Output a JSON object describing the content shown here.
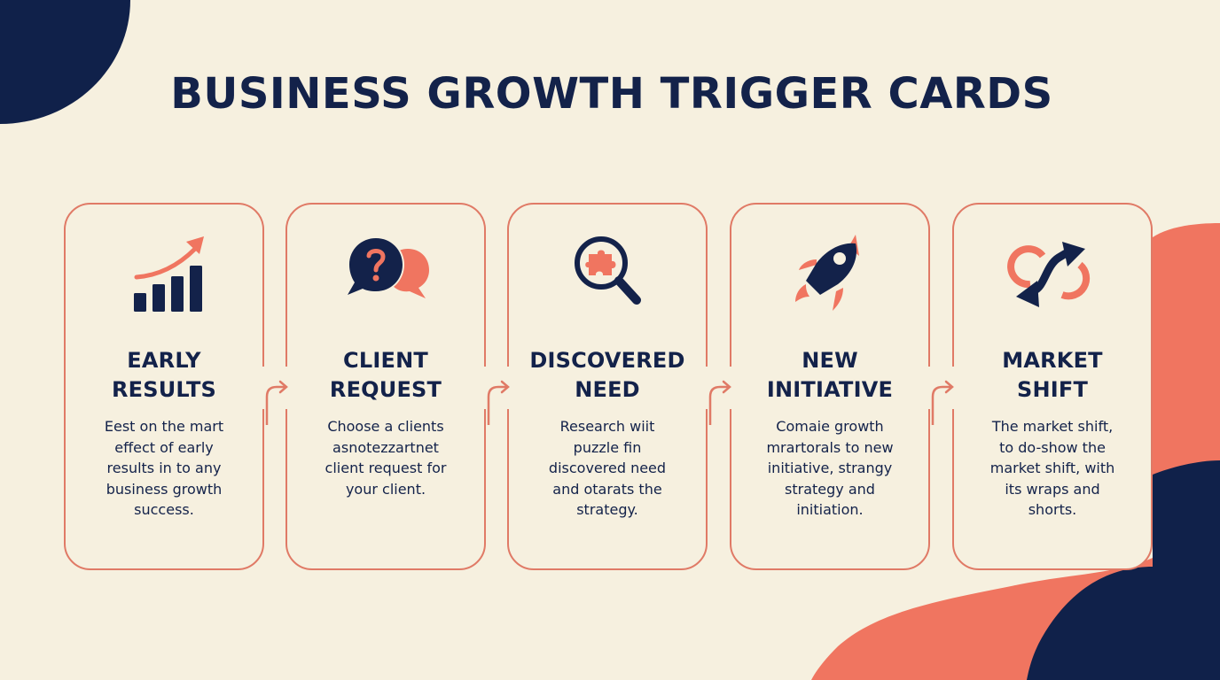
{
  "title": "BUSINESS GROWTH TRIGGER CARDS",
  "colors": {
    "background": "#F6F0DF",
    "navy": "#13224A",
    "coral": "#F07560",
    "border": "#E07A66"
  },
  "cards": [
    {
      "icon": "bar-chart-growth-icon",
      "heading": [
        "EARLY",
        "RESULTS"
      ],
      "body": [
        "Eest on the mart",
        "effect of early",
        "results in to any",
        "business growth",
        "success."
      ]
    },
    {
      "icon": "question-chat-bubbles-icon",
      "heading": [
        "CLIENT",
        "REQUEST"
      ],
      "body": [
        "Choose a clients",
        "asnotezzartnet",
        "client request for",
        "your client."
      ]
    },
    {
      "icon": "magnifier-puzzle-icon",
      "heading": [
        "DISCOVERED",
        "NEED"
      ],
      "body": [
        "Research wiit",
        "puzzle fin",
        "discovered need",
        "and otarats the",
        "strategy."
      ]
    },
    {
      "icon": "rocket-icon",
      "heading": [
        "NEW",
        "INITIATIVE"
      ],
      "body": [
        "Comaie growth",
        "mrartorals to new",
        "initiative, strangy",
        "strategy and",
        "initiation."
      ]
    },
    {
      "icon": "shift-arrows-icon",
      "heading": [
        "MARKET",
        "SHIFT"
      ],
      "body": [
        "The market shift,",
        "to do-show the",
        "market shift, with",
        "its wraps and",
        "shorts."
      ]
    }
  ]
}
